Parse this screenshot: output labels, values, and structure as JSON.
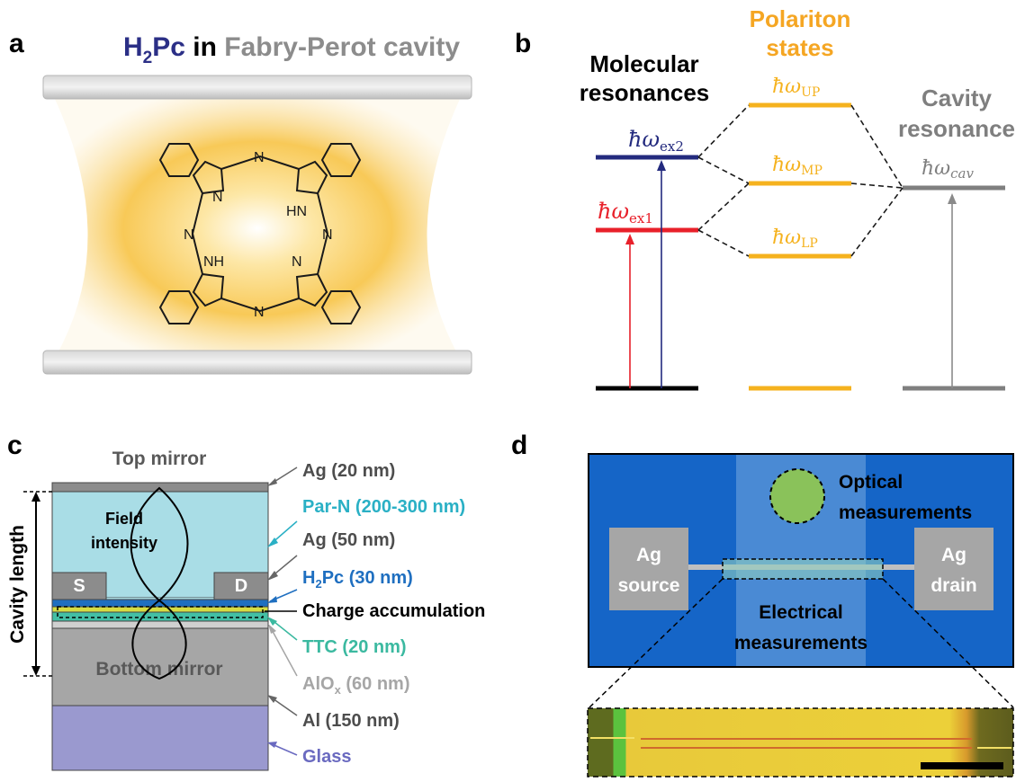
{
  "panel_a": {
    "letter": "a",
    "title_mol": "H",
    "title_sub": "2",
    "title_mol2": "Pc",
    "title_in": " in ",
    "title_cavity": "Fabry-Perot cavity",
    "atoms": [
      "N",
      "N",
      "N",
      "HN",
      "N",
      "NH",
      "N",
      "N"
    ],
    "colors": {
      "molecule": "#2b2f86",
      "cavity": "#8c8c8c",
      "glow": "#f7c445"
    }
  },
  "panel_b": {
    "letter": "b",
    "molecular_title": [
      "Molecular",
      "resonances"
    ],
    "polariton_title": [
      "Polariton",
      "states"
    ],
    "cavity_title": [
      "Cavity",
      "resonance"
    ],
    "hbar": "ħω",
    "ex2_sub": "ex2",
    "ex1_sub": "ex1",
    "up_sub": "UP",
    "mp_sub": "MP",
    "lp_sub": "LP",
    "cav_sub": "cav",
    "colors": {
      "ex2": "#232a7e",
      "ex1": "#e8202a",
      "polariton": "#f5a623",
      "cavity": "#7f7f7f",
      "ground": "#000000"
    }
  },
  "panel_c": {
    "letter": "c",
    "top_mirror": "Top mirror",
    "bottom_mirror": "Bottom mirror",
    "cavity_length": "Cavity length",
    "field_intensity": [
      "Field",
      "intensity"
    ],
    "source": "S",
    "drain": "D",
    "layers": [
      {
        "text": "Ag (20 nm)",
        "color": "#4d4d4d"
      },
      {
        "text": "Par-N (200-300 nm)",
        "color": "#2ab0c5"
      },
      {
        "text": "Ag (50 nm)",
        "color": "#4d4d4d"
      },
      {
        "text_main": "H",
        "text_sub": "2",
        "text_rest": "Pc (30 nm)",
        "color": "#1f6fc0"
      },
      {
        "text": "Charge accumulation",
        "color": "#000000"
      },
      {
        "text": "TTC (20 nm)",
        "color": "#3bb9a0"
      },
      {
        "text_main": "AlO",
        "text_sub": "x",
        "text_rest": " (60 nm)",
        "color": "#a6a6a6"
      },
      {
        "text": "Al (150 nm)",
        "color": "#4d4d4d"
      },
      {
        "text": "Glass",
        "color": "#6a6ac0"
      }
    ]
  },
  "panel_d": {
    "letter": "d",
    "optical": [
      "Optical",
      "measurements"
    ],
    "electrical": [
      "Electrical",
      "measurements"
    ],
    "source": [
      "Ag",
      "source"
    ],
    "drain": [
      "Ag",
      "drain"
    ]
  }
}
